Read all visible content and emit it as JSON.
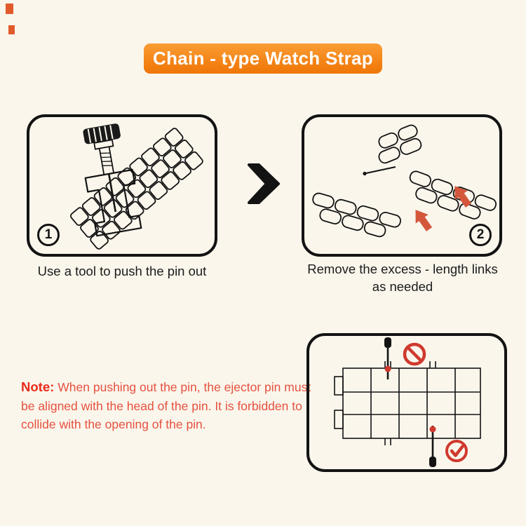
{
  "title": "Chain - type Watch Strap",
  "steps": [
    {
      "number": "1",
      "caption": "Use a tool to push the pin out"
    },
    {
      "number": "2",
      "caption": "Remove the excess - length links as needed"
    }
  ],
  "note": {
    "label": "Note:",
    "text": "When pushing out the pin, the ejector pin must be aligned with the head of the pin. It is forbidden to collide with the opening of the pin."
  },
  "colors": {
    "background": "#faf6ec",
    "banner_orange": "#f38012",
    "banner_text": "#ffffff",
    "ink_black": "#131313",
    "note_red": "#e6513f",
    "accent_red": "#d0392e"
  },
  "icons": {
    "chevron": "chevron-right-icon",
    "step_badges": [
      "circled-1",
      "circled-2"
    ],
    "prohibition": "no-collision-icon",
    "check": "correct-alignment-icon",
    "red_arrows": "remove-link-arrow-icon"
  }
}
